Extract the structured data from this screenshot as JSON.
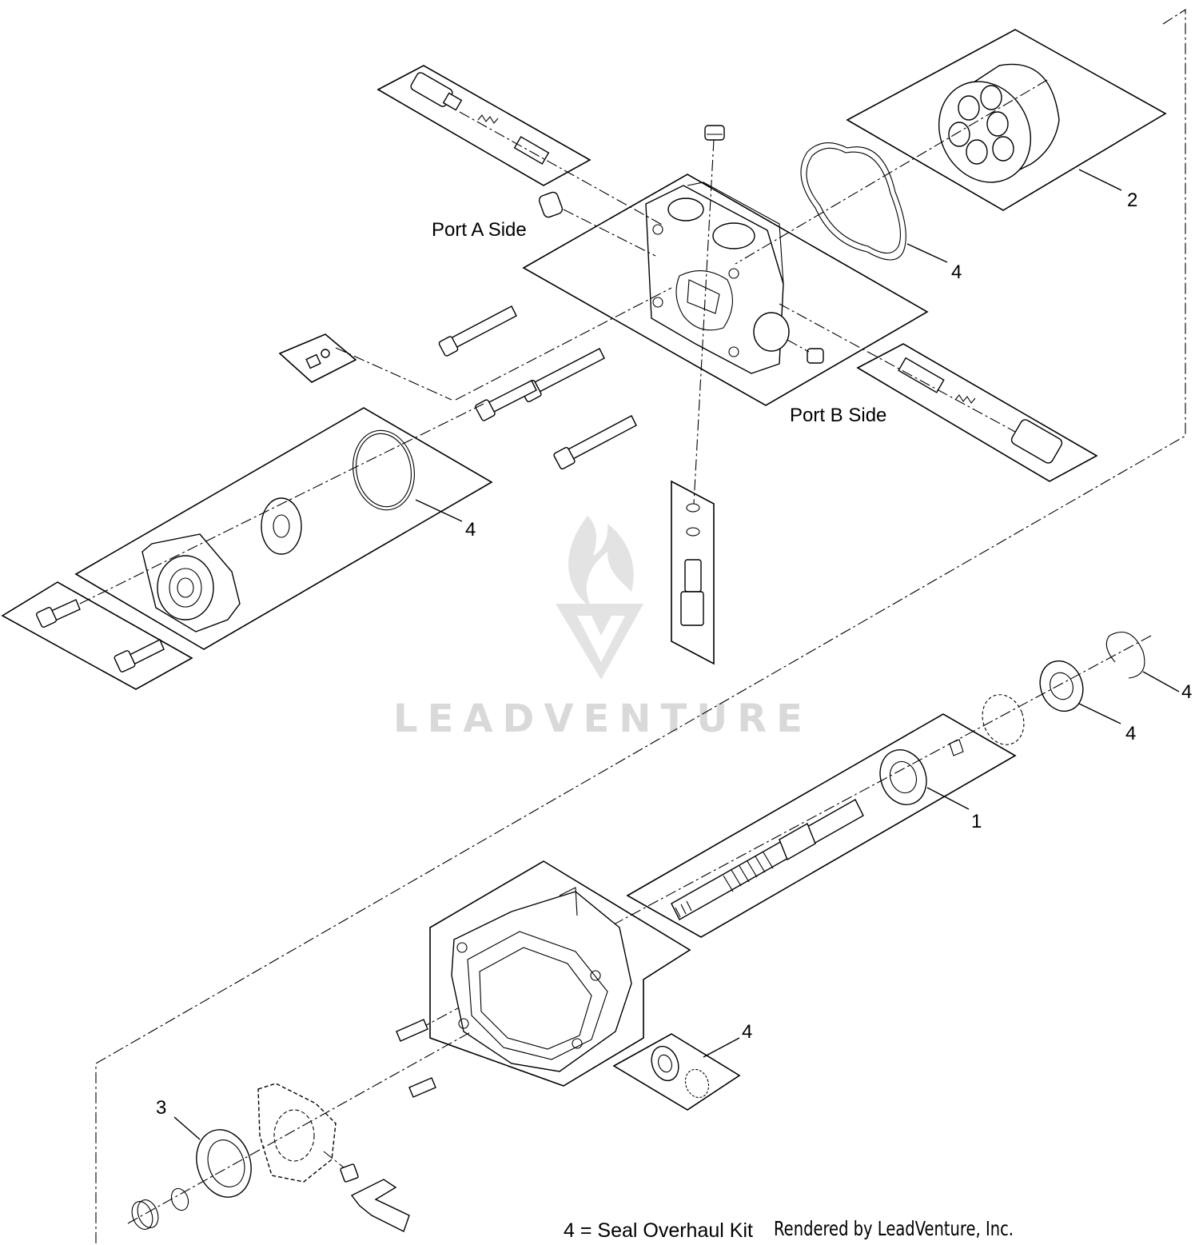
{
  "diagram": {
    "callouts": [
      {
        "id": "c2",
        "text": "2"
      },
      {
        "id": "c4a",
        "text": "4"
      },
      {
        "id": "c4b",
        "text": "4"
      },
      {
        "id": "c4c",
        "text": "4"
      },
      {
        "id": "c4d",
        "text": "4"
      },
      {
        "id": "c1",
        "text": "1"
      },
      {
        "id": "c4e",
        "text": "4"
      },
      {
        "id": "c3",
        "text": "3"
      }
    ],
    "side_labels": {
      "port_a": "Port A Side",
      "port_b": "Port B Side"
    },
    "legend": "4 = Seal Overhaul Kit",
    "rendered_by": "Rendered by LeadVenture, Inc.",
    "watermark": "LEADVENTURE"
  },
  "colors": {
    "line": "#000000",
    "watermark": "#d9d9d9"
  }
}
